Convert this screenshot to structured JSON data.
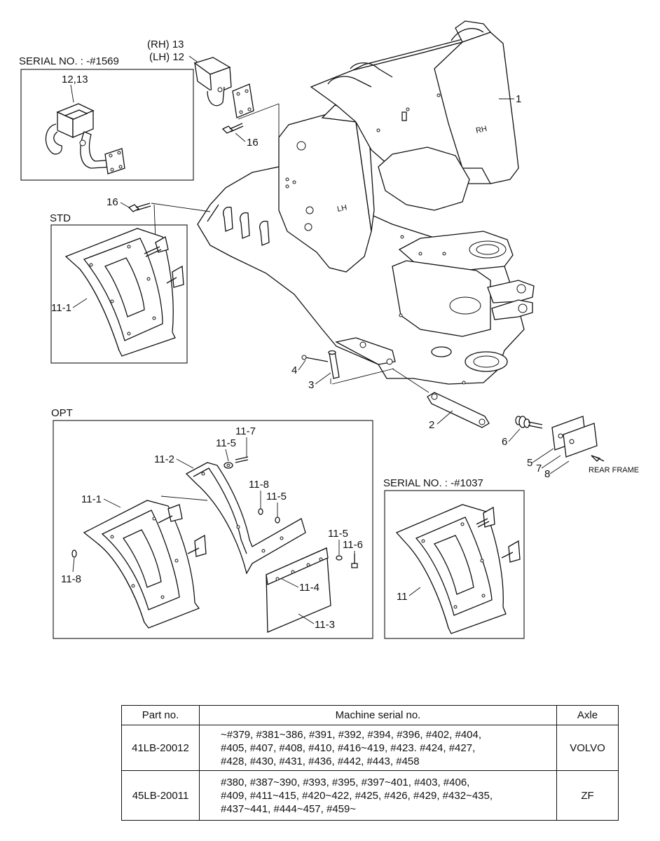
{
  "headings": {
    "serial_top": "SERIAL NO. : -#1569",
    "std": "STD",
    "opt": "OPT",
    "serial_bottom": "SERIAL NO. : -#1037"
  },
  "callouts": {
    "rh13": "(RH) 13",
    "lh12": "(LH) 12",
    "p12_13": "12,13",
    "p1": "1",
    "p16a": "16",
    "p16b": "16",
    "p11_1_std": "11-1",
    "p4": "4",
    "p3": "3",
    "p2": "2",
    "p6": "6",
    "p5": "5",
    "p7": "7",
    "p8": "8",
    "rear_frame": "REAR FRAME",
    "p11_7": "11-7",
    "p11_5a": "11-5",
    "p11_2": "11-2",
    "p11_8a": "11-8",
    "p11_5b": "11-5",
    "p11_1_opt": "11-1",
    "p11_5c": "11-5",
    "p11_6": "11-6",
    "p11_8b": "11-8",
    "p11_4": "11-4",
    "p11_3": "11-3",
    "p11": "11"
  },
  "frame_marks": {
    "rh": "RH",
    "lh": "LH"
  },
  "table": {
    "headers": [
      "Part no.",
      "Machine serial no.",
      "Axle"
    ],
    "rows": [
      {
        "part_no": "41LB-20012",
        "serial_lines": [
          "~#379, #381~386, #391, #392, #394, #396, #402, #404,",
          "#405, #407, #408, #410, #416~419, #423. #424, #427,",
          "#428, #430, #431, #436, #442, #443, #458"
        ],
        "axle": "VOLVO"
      },
      {
        "part_no": "45LB-20011",
        "serial_lines": [
          "#380, #387~390, #393, #395, #397~401, #403, #406,",
          "#409, #411~415, #420~422, #425, #426, #429, #432~435,",
          "#437~441, #444~457, #459~"
        ],
        "axle": "ZF"
      }
    ]
  }
}
